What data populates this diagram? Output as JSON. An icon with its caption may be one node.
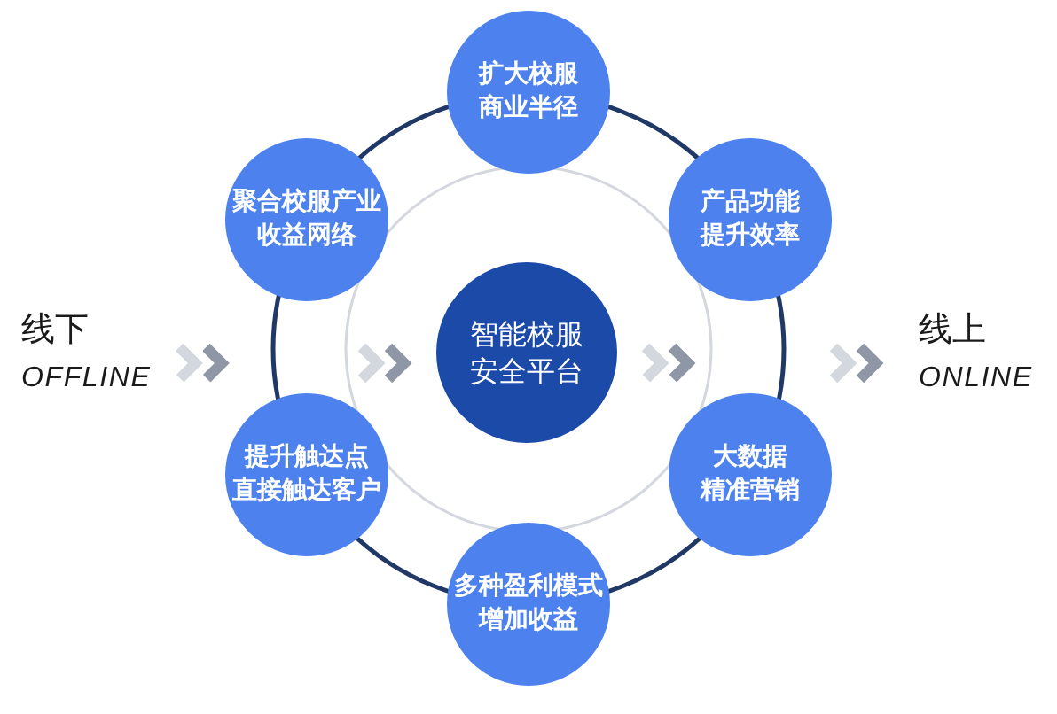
{
  "diagram": {
    "nodes": [
      {
        "text": [
          "扩大校服商业半径"
        ]
      },
      {
        "text": [
          "聚合校服产业收益网络"
        ]
      },
      {
        "text": [
          "产品功能提升效率"
        ]
      },
      {
        "text": [
          "线下",
          "OFFLINE"
        ]
      },
      {
        "text": [
          "智能校服安全平台"
        ]
      },
      {
        "text": [
          "线上",
          "ONLINE"
        ]
      },
      {
        "text": [
          "提升触达点直接触达客户"
        ]
      },
      {
        "text": [
          "大数据精准营销"
        ]
      },
      {
        "text": [
          "多种盈利模式增加收益"
        ]
      }
    ],
    "edges": [
      {
        "from": 3,
        "to": 4,
        "arrow": "to"
      },
      {
        "from": 4,
        "to": 5,
        "arrow": "to"
      }
    ]
  }
}
